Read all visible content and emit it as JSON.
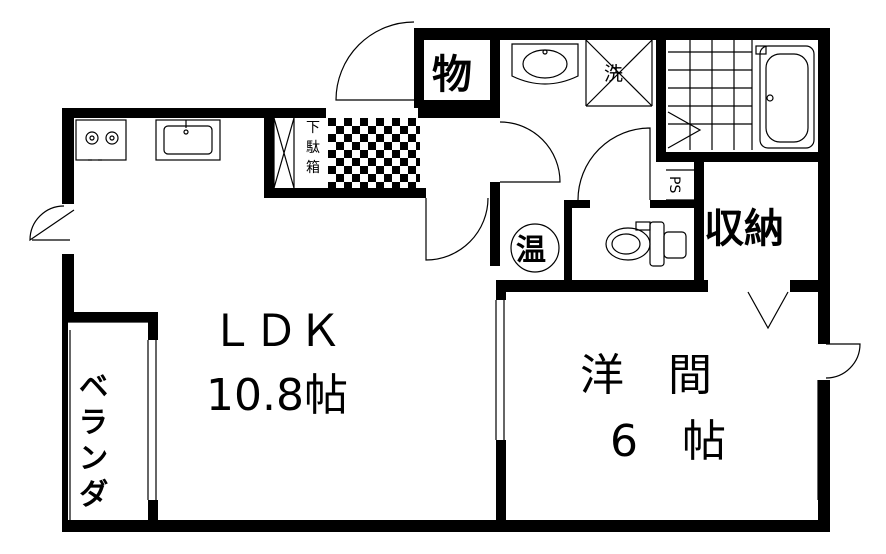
{
  "rooms": {
    "ldk_name": "ＬＤＫ",
    "ldk_size": "10.8帖",
    "western_name": "洋　間",
    "western_size": "6　帖",
    "storage_small": "物",
    "laundry": "洗",
    "shoe_box_1": "下",
    "shoe_box_2": "駄",
    "shoe_box_3": "箱",
    "water_heater": "温",
    "pipe_space": "PS",
    "closet": "収納",
    "veranda": "ベランダ"
  }
}
